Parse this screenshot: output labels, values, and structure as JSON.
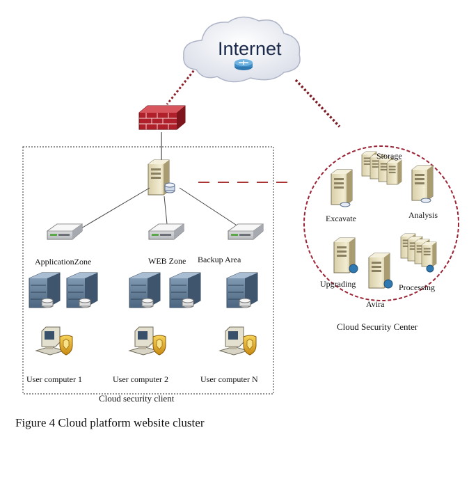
{
  "diagram": {
    "internet_label": "Internet",
    "zones": [
      "ApplicationZone",
      "WEB Zone",
      "Backup Area"
    ],
    "user_computers": [
      "User computer 1",
      "User computer 2",
      "User computer N"
    ],
    "client_label": "Cloud security client",
    "center_label": "Cloud Security Center",
    "center_nodes": {
      "storage": "Storage",
      "excavate": "Excavate",
      "analysis": "Analysis",
      "upgrading": "Upgrading",
      "avira": "Avira",
      "processing": "Processing"
    }
  },
  "caption": "Figure 4 Cloud platform website cluster",
  "colors": {
    "cloud_fill": "#e9ecf4",
    "firewall": "#b0202a",
    "center_border": "#9b2335",
    "server_blue": "#5d7690"
  },
  "icons": [
    "cloud-icon",
    "router-icon",
    "firewall-icon",
    "server-icon",
    "switch-icon",
    "rack-server-icon",
    "workstation-icon",
    "shield-icon"
  ]
}
